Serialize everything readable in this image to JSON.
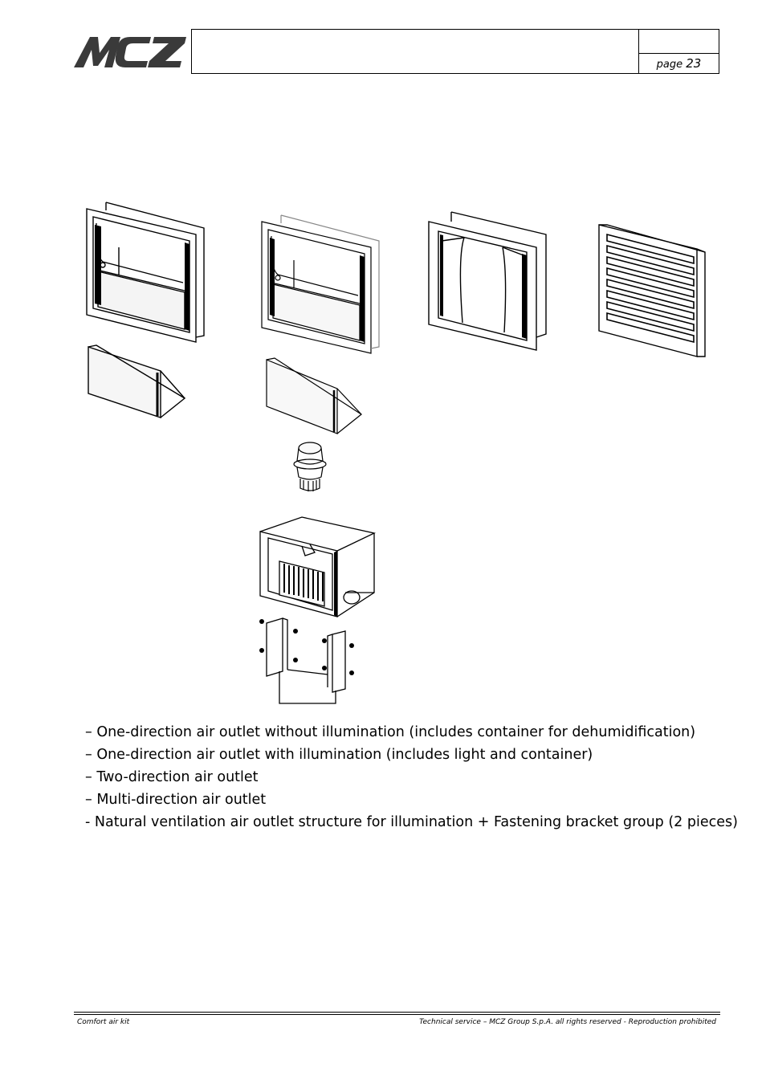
{
  "header": {
    "logo_text": "MCZ",
    "page_label": "page",
    "page_number": "23"
  },
  "items": [
    "– One-direction air outlet without illumination (includes container for dehumidification)",
    "– One-direction air outlet with illumination (includes light and container)",
    "– Two-direction air outlet",
    " – Multi-direction air outlet",
    "- Natural ventilation air outlet structure for illumination + Fastening bracket group (2 pieces)"
  ],
  "footer": {
    "left": "Comfort air kit",
    "right": "Technical service – MCZ Group S.p.A. all rights reserved - Reproduction prohibited"
  }
}
